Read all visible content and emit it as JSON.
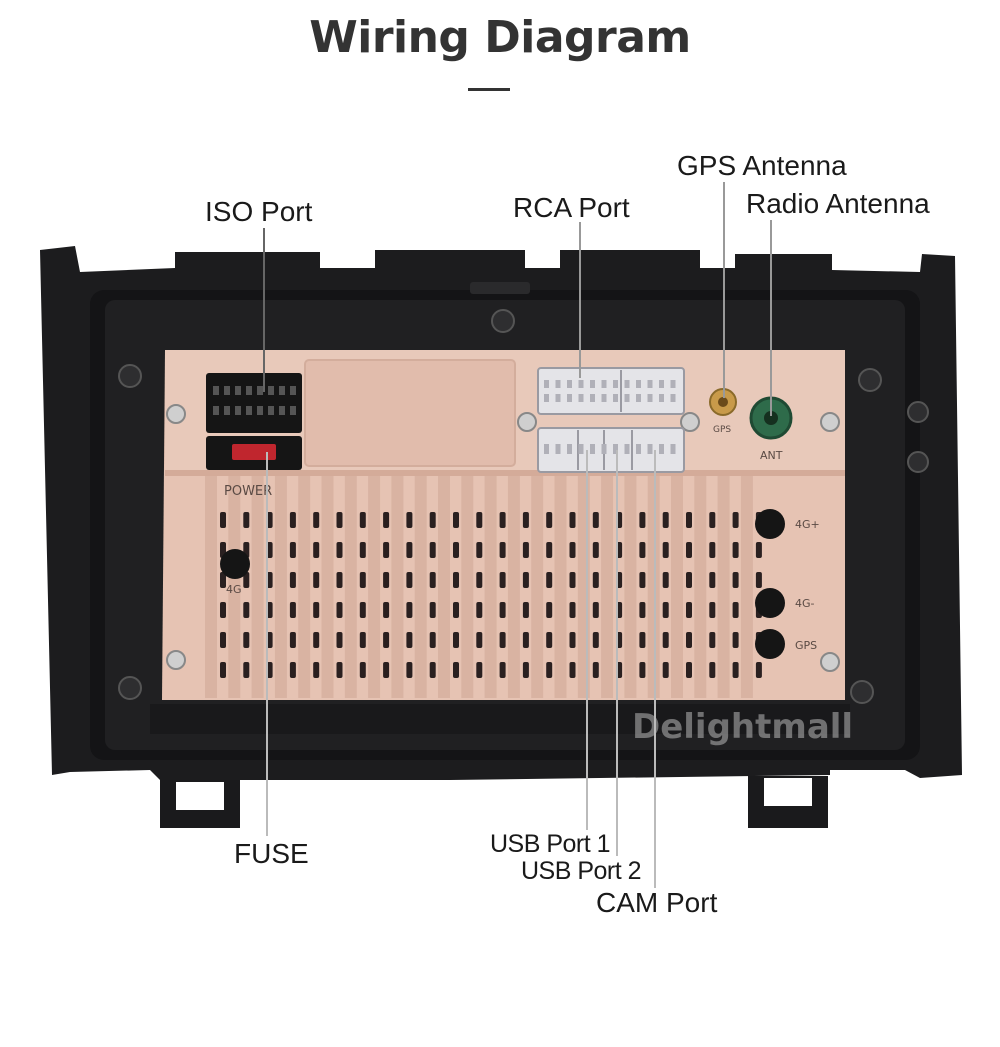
{
  "title": "Wiring Diagram",
  "labels": {
    "iso_port": "ISO Port",
    "rca_port": "RCA Port",
    "gps_antenna": "GPS Antenna",
    "radio_antenna": "Radio Antenna",
    "fuse": "FUSE",
    "usb_port_1": "USB Port 1",
    "usb_port_2": "USB Port 2",
    "cam_port": "CAM Port"
  },
  "housing_stamps": {
    "power": "POWER",
    "gps_small": "GPS",
    "ant": "ANT",
    "fourg_plus": "4G+",
    "fourg_minus": "4G-",
    "gps": "GPS",
    "fourg": "4G"
  },
  "watermark": "Delightmall",
  "colors": {
    "housing": "#e6c3b3",
    "frame": "#1c1c1e",
    "connector": "#e4e4e8",
    "leader_line": "#ffffff",
    "antenna_green": "#2e6b4a",
    "fuse_red": "#c0262e"
  }
}
